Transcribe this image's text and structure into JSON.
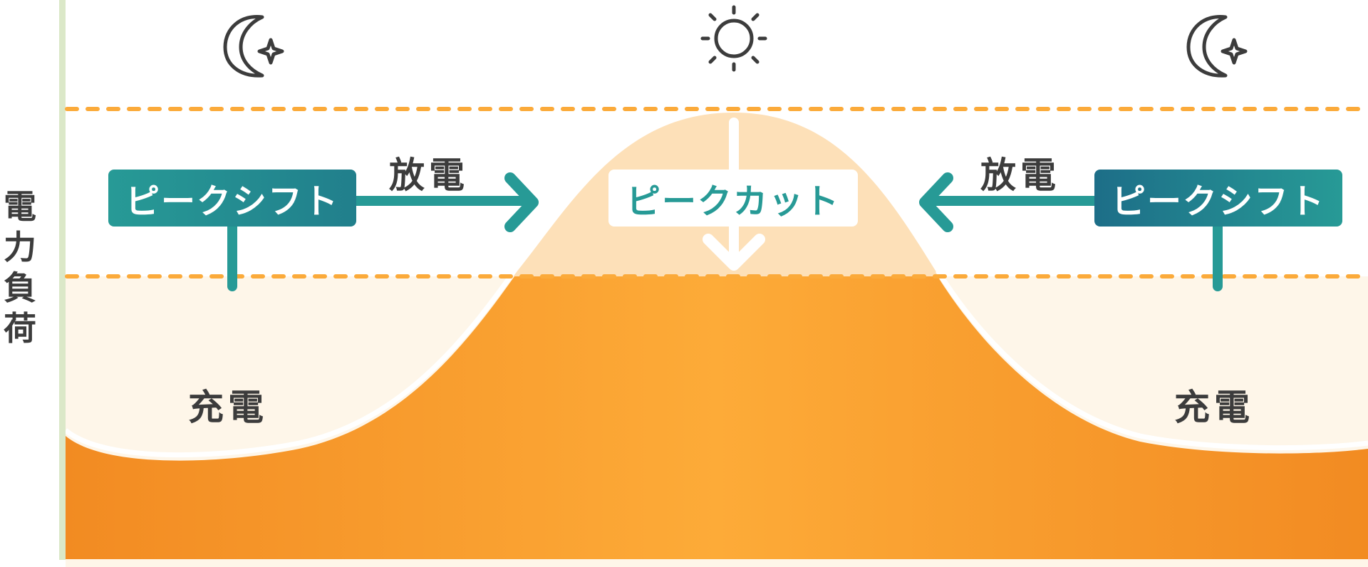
{
  "y_axis": {
    "label_chars": [
      "電",
      "力",
      "負",
      "荷"
    ]
  },
  "time_icons": [
    {
      "icon": "moon-star-icon",
      "meaning": "night"
    },
    {
      "icon": "sun-icon",
      "meaning": "day"
    },
    {
      "icon": "moon-star-icon",
      "meaning": "night"
    }
  ],
  "tags": {
    "peak_shift_left": "ピークシフト",
    "peak_cut": "ピークカット",
    "peak_shift_right": "ピークシフト"
  },
  "labels": {
    "discharge_left": "放電",
    "discharge_right": "放電",
    "charge_left": "充電",
    "charge_right": "充電"
  },
  "colors": {
    "axis_line": "#dbe8c8",
    "dashed_line": "#fbaa3a",
    "teal": "#279a96",
    "teal_dark": "#1d6e88",
    "orange_dark": "#f28b22",
    "orange_light": "#fdab38",
    "peak_area": "#fde0b8",
    "charge_area": "#fef6e9",
    "text_dark": "#3c3c3c"
  },
  "chart_data": {
    "type": "area",
    "title": "",
    "xlabel": "",
    "ylabel": "電力負荷",
    "x": [
      "night",
      "day",
      "night"
    ],
    "series": [
      {
        "name": "電力負荷 (load curve)",
        "shape": "low at night, peak at midday",
        "relative_values": [
          0.2,
          1.0,
          0.2
        ]
      }
    ],
    "reference_lines": [
      {
        "name": "peak level",
        "style": "dashed",
        "relative_value": 1.0
      },
      {
        "name": "cut level",
        "style": "dashed",
        "relative_value": 0.6
      }
    ],
    "annotations": [
      "ピークシフト",
      "ピークカット",
      "ピークシフト",
      "放電",
      "放電",
      "充電",
      "充電"
    ],
    "grid": false,
    "legend": "none"
  }
}
